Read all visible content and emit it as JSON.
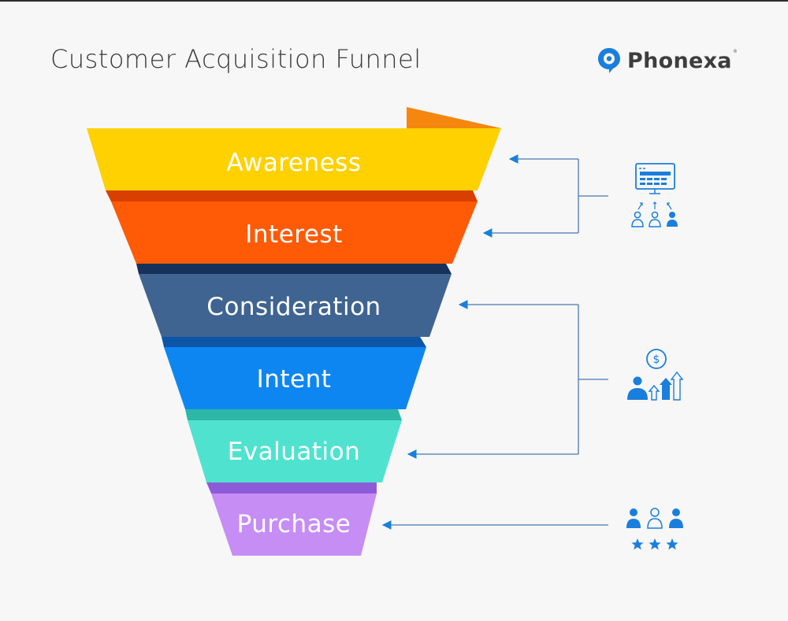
{
  "header": {
    "title": "Customer Acquisition Funnel",
    "brand": "Phonexa",
    "brand_mark": "®"
  },
  "stages": [
    {
      "label": "Awareness",
      "color": "#FFD100",
      "fold": "#F5870E"
    },
    {
      "label": "Interest",
      "color": "#FF5A06",
      "fold": "#D93F00"
    },
    {
      "label": "Consideration",
      "color": "#3F6491",
      "fold": "#17325A"
    },
    {
      "label": "Intent",
      "color": "#0E86F2",
      "fold": "#0C55A8"
    },
    {
      "label": "Evaluation",
      "color": "#4FE3CF",
      "fold": "#2DB7A6"
    },
    {
      "label": "Purchase",
      "color": "#C68DF5",
      "fold": "#8E5BD8"
    }
  ],
  "colors": {
    "accent_blue": "#1A7FDC",
    "connector": "#4A77AE",
    "title_text": "#3A3A3A"
  },
  "annotation_groups": [
    {
      "icon": "dashboard-audience-icon",
      "targets": [
        "Awareness",
        "Interest"
      ]
    },
    {
      "icon": "customer-growth-icon",
      "targets": [
        "Consideration",
        "Evaluation"
      ]
    },
    {
      "icon": "customer-rating-icon",
      "targets": [
        "Purchase"
      ]
    }
  ]
}
